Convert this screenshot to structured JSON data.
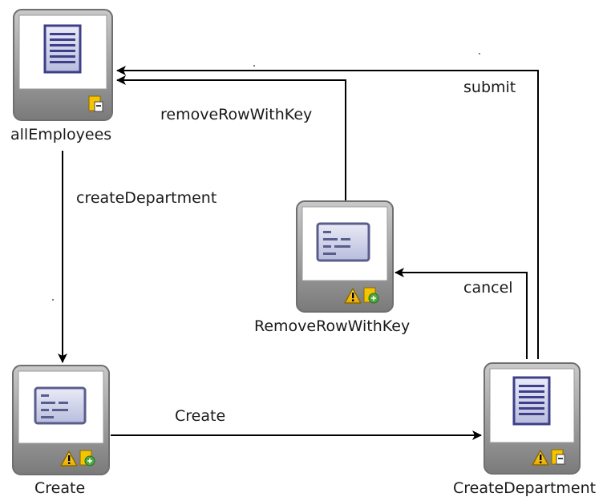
{
  "nodes": {
    "all_employees": {
      "label": "allEmployees",
      "icon": "page-icon"
    },
    "remove_row_with_key": {
      "label": "RemoveRowWithKey",
      "icon": "method-call-icon"
    },
    "create": {
      "label": "Create",
      "icon": "method-call-icon"
    },
    "create_department": {
      "label": "CreateDepartment",
      "icon": "page-icon"
    }
  },
  "edges": {
    "create_department_outcome": "createDepartment",
    "remove_row_with_key_outcome": "removeRowWithKey",
    "submit_outcome": "submit",
    "cancel_outcome": "cancel",
    "create_outcome": "Create"
  },
  "colors": {
    "node_frame": "#8e8e8e",
    "node_footer": "#9a9a9a",
    "page_icon": "#3d3f8a",
    "method_icon": "#6b6e9c",
    "warning": "#f2c200",
    "line": "#000000"
  }
}
